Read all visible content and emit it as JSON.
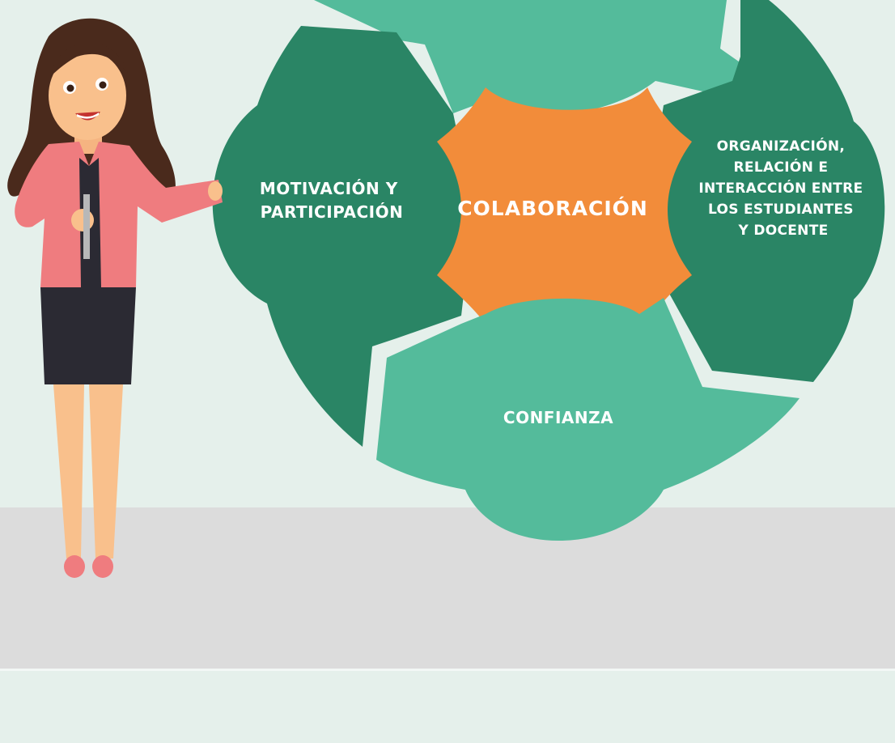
{
  "diagram": {
    "center_label": "COLABORACIÓN",
    "left_label_lines": [
      "MOTIVACIÓN Y",
      "PARTICIPACIÓN"
    ],
    "right_label_lines": [
      "ORGANIZACIÓN,",
      "RELACIÓN E",
      "INTERACCIÓN ENTRE",
      "LOS ESTUDIANTES",
      "Y DOCENTE"
    ],
    "bottom_label": "CONFIANZA"
  },
  "colors": {
    "dark_green": "#2a8565",
    "light_green": "#54bb9b",
    "orange": "#f28c3a",
    "background": "#e5f0eb",
    "floor": "#dcdcdc"
  },
  "illustration": "teacher-presenting"
}
